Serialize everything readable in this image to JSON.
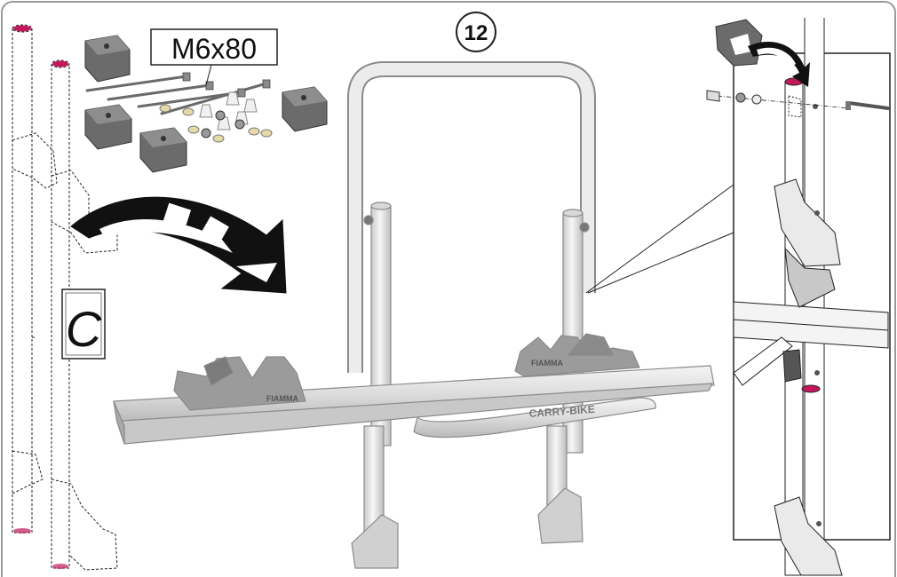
{
  "diagram": {
    "step_number": "12",
    "hardware_label": "M6x80",
    "part_letter": "C",
    "brand_text": "FIAMMA",
    "product_text": "CARRY-BIKE"
  },
  "colors": {
    "frame_fill": "#e3e3e3",
    "frame_stroke": "#8a8a8a",
    "block_fill": "#6b6b6b",
    "arrow_fill": "#111111",
    "tube_cap": "#c2185b"
  },
  "icons": {
    "curved_arrow": "curved-arrow-icon",
    "small_arrow": "small-curved-arrow-icon"
  }
}
